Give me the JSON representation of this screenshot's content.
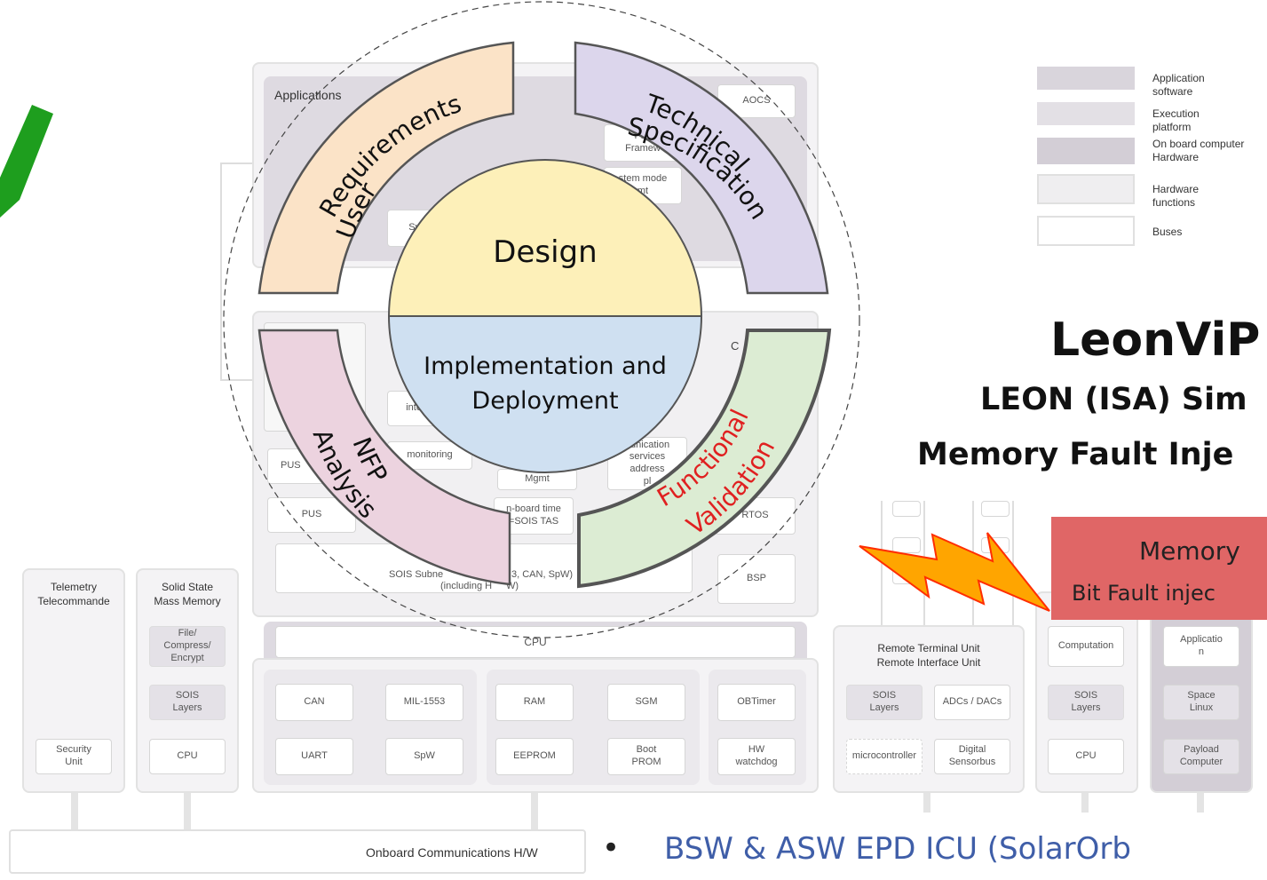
{
  "architecture": {
    "applications_label": "Applications",
    "aocs": "AOCS",
    "platform_framework": "Plat\nFramew",
    "system_mode": "stem mode\nmt",
    "system_partial": "Syst",
    "interp_partial": "interp",
    "monitoring_partial": "monitoring",
    "communication_services": "nunication\nservices\naddress\npl",
    "pus_left": "PUS",
    "pus": "PUS",
    "mgmt": "Mgmt",
    "onboard_time": "n-board time\n=SOIS TAS",
    "rtos": "RTOS",
    "c_partial": "C",
    "sois_subnet": "SOIS Subne",
    "sois_subnet_tail": "3, CAN, SpW)",
    "including": "(including H",
    "including_tail": "W)",
    "bsp": "BSP",
    "cpu": "CPU",
    "buses": [
      "CAN",
      "MIL-1553",
      "UART",
      "SpW"
    ],
    "memories": [
      "RAM",
      "SGM",
      "EEPROM",
      "Boot\nPROM"
    ],
    "timers": [
      "OBTimer",
      "HW\nwatchdog"
    ],
    "onboard_comm": "Onboard Communications H/W"
  },
  "left_units": {
    "telemetry": "Telemetry\nTelecommande",
    "security": "Security\nUnit",
    "ssmm": "Solid State\nMass Memory",
    "file": "File/\nCompress/\nEncrypt",
    "sois": "SOIS\nLayers",
    "cpu": "CPU"
  },
  "right_units": {
    "rtu": "Remote Terminal Unit\nRemote Interface Unit",
    "sois": "SOIS\nLayers",
    "adcs": "ADCs / DACs",
    "microcontroller": "microcontroller",
    "digital": "Digital\nSensorbus",
    "computation": "Computation",
    "sois2": "SOIS\nLayers",
    "cpu": "CPU",
    "application": "Applicatio\nn",
    "space_linux": "Space\nLinux",
    "payload": "Payload\nComputer"
  },
  "legend": [
    {
      "label": "Application software",
      "color": "#d9d5dc"
    },
    {
      "label": "Execution platform",
      "color": "#e3e0e5"
    },
    {
      "label": "On board computer\nHardware",
      "color": "#d3ced6"
    },
    {
      "label": "Hardware functions",
      "color": "#efeef0"
    },
    {
      "label": "Buses",
      "color": "#ffffff"
    }
  ],
  "cycle": {
    "design": "Design",
    "implementation": "Implementation and\nDeployment",
    "user_req_1": "User",
    "user_req_2": "Requirements",
    "tech_spec_1": "Technical",
    "tech_spec_2": "Specification",
    "nfp_1": "NFP",
    "nfp_2": "Analysis",
    "func_1": "Functional",
    "func_2": "Validation",
    "colors": {
      "user_req": "#fbe3c7",
      "tech_spec": "#dcd6ec",
      "nfp": "#ecd3df",
      "func": "#dcecd3",
      "design": "#fdf0b9",
      "implementation": "#cfe0f1",
      "func_text": "#e02020"
    }
  },
  "leonvip": {
    "title": "LeonViP",
    "subtitle": "LEON (ISA) Sim",
    "subtitle2": "Memory Fault Inje"
  },
  "memory_box": {
    "line1": "Memory",
    "line2": "Bit Fault injec",
    "color": "#e06666"
  },
  "bullet": {
    "marker": "•",
    "text": "BSW & ASW EPD ICU (SolarOrb"
  },
  "colors": {
    "checkmark": "#1e9e1e",
    "bolt_fill": "#ffa500",
    "bolt_stroke": "#ff2d00"
  }
}
